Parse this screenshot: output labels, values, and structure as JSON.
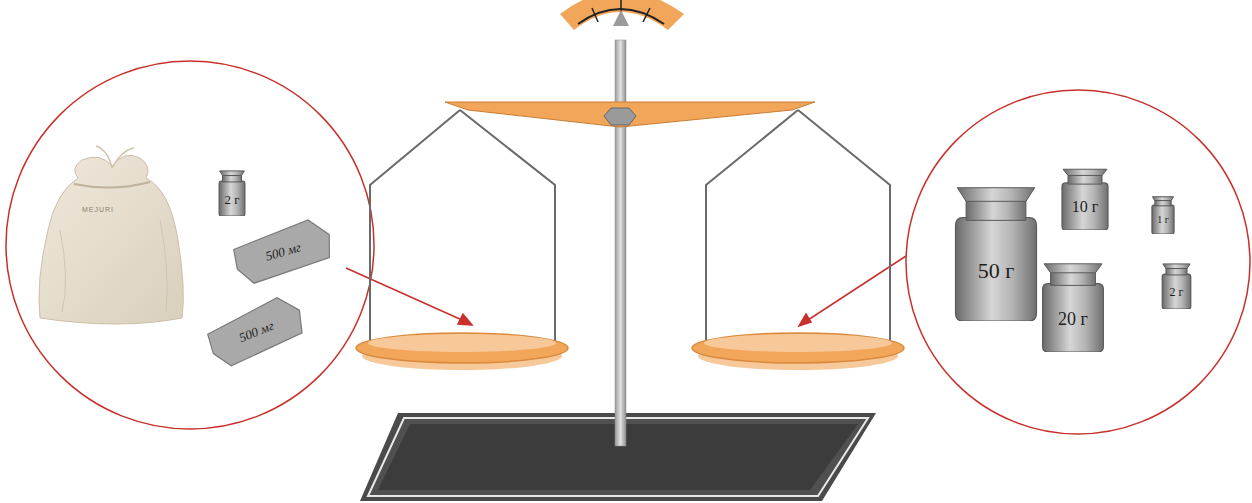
{
  "diagram": {
    "nodes": [
      {
        "text": [
          "2 г"
        ]
      },
      {
        "text": [
          "500 мг"
        ]
      },
      {
        "text": [
          "500 мг"
        ]
      },
      {
        "text": [
          "50 г"
        ]
      },
      {
        "text": [
          "10 г"
        ]
      },
      {
        "text": [
          "1 г"
        ]
      },
      {
        "text": [
          "20 г"
        ]
      },
      {
        "text": [
          "2 г"
        ]
      }
    ],
    "labels": [
      "MEJURI"
    ]
  }
}
